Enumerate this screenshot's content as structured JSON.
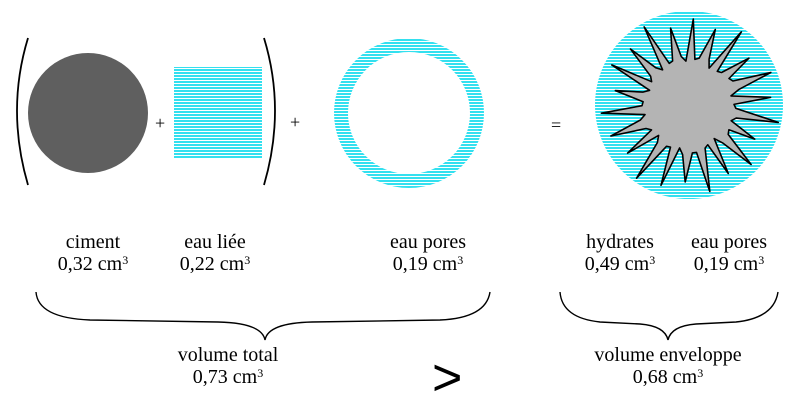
{
  "operators": {
    "plus1": "+",
    "plus2": "+",
    "equals": "=",
    "greater": ">"
  },
  "left_group": {
    "ciment": {
      "name": "ciment",
      "value": "0,32 cm",
      "unit_exp": "3"
    },
    "eau_liee": {
      "name": "eau liée",
      "value": "0,22 cm",
      "unit_exp": "3"
    },
    "eau_pores": {
      "name": "eau pores",
      "value": "0,19 cm",
      "unit_exp": "3"
    },
    "total": {
      "name": "volume total",
      "value": "0,73 cm",
      "unit_exp": "3"
    }
  },
  "right_group": {
    "hydrates": {
      "name": "hydrates",
      "value": "0,49 cm",
      "unit_exp": "3"
    },
    "eau_pores": {
      "name": "eau pores",
      "value": "0,19 cm",
      "unit_exp": "3"
    },
    "total": {
      "name": "volume enveloppe",
      "value": "0,68 cm",
      "unit_exp": "3"
    }
  },
  "colors": {
    "cement": "#5f5f5f",
    "water": "#33e0ef",
    "hydrate": "#b4b4b4",
    "ink": "#000000"
  }
}
